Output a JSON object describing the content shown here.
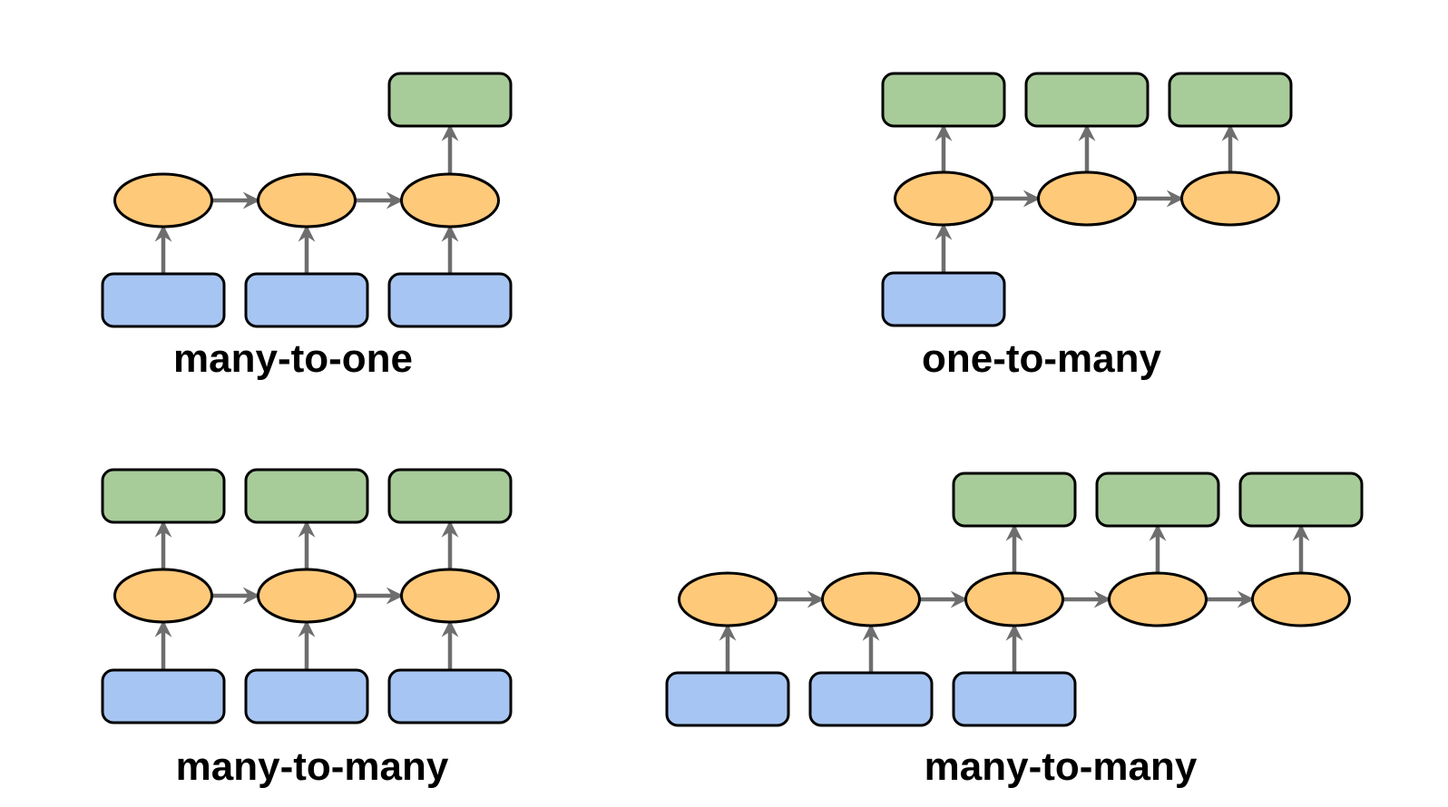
{
  "colors": {
    "input": "#a7c5f2",
    "hidden": "#ffc97a",
    "output": "#a8cb9a",
    "outline": "#000000",
    "arrow": "#6e6e6e",
    "background": "#ffffff"
  },
  "panels": [
    {
      "id": "many-to-one",
      "caption": "many-to-one",
      "steps": 3,
      "inputs_at": [
        0,
        1,
        2
      ],
      "outputs_at": [
        2
      ]
    },
    {
      "id": "one-to-many",
      "caption": "one-to-many",
      "steps": 3,
      "inputs_at": [
        0
      ],
      "outputs_at": [
        0,
        1,
        2
      ]
    },
    {
      "id": "many-to-many-synced",
      "caption": "many-to-many",
      "steps": 3,
      "inputs_at": [
        0,
        1,
        2
      ],
      "outputs_at": [
        0,
        1,
        2
      ]
    },
    {
      "id": "many-to-many-delayed",
      "caption": "many-to-many",
      "steps": 5,
      "inputs_at": [
        0,
        1,
        2
      ],
      "outputs_at": [
        2,
        3,
        4
      ]
    }
  ]
}
